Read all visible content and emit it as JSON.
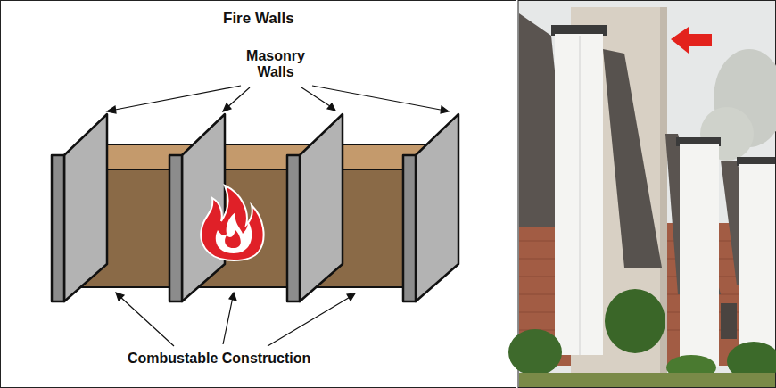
{
  "diagram": {
    "title": "Fire Walls",
    "labels": [
      "Masonry Walls",
      "Combustable Construction"
    ]
  }
}
